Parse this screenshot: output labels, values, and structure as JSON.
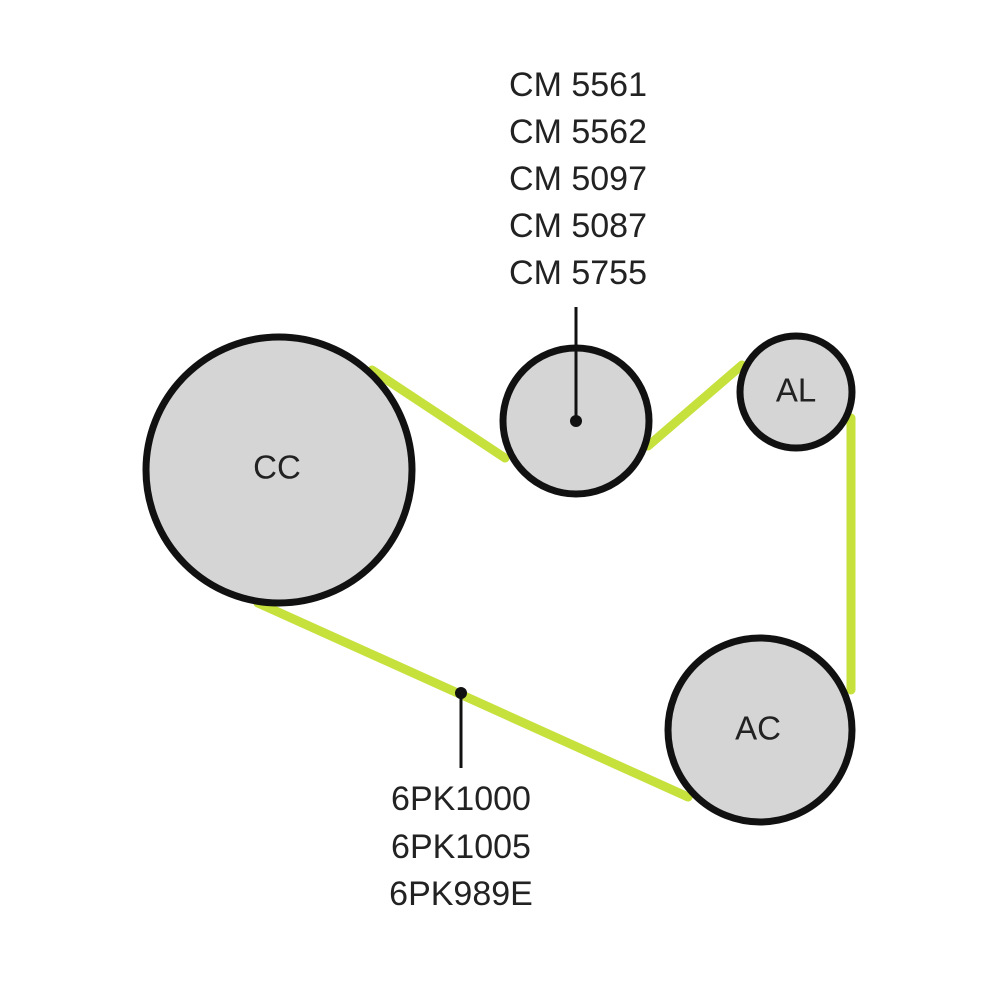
{
  "colors": {
    "background": "#ffffff",
    "belt": "#c6e03c",
    "pulley_fill": "#d5d5d5",
    "pulley_stroke": "#111111",
    "text": "#222222"
  },
  "pulleys": {
    "crankshaft": {
      "label": "CC"
    },
    "tensioner": {
      "label": ""
    },
    "alternator": {
      "label": "AL"
    },
    "ac_compressor": {
      "label": "AC"
    }
  },
  "tensioner_parts": [
    "CM 5561",
    "CM 5562",
    "CM 5097",
    "CM 5087",
    "CM 5755"
  ],
  "belt_parts": [
    "6PK1000",
    "6PK1005",
    "6PK989E"
  ]
}
